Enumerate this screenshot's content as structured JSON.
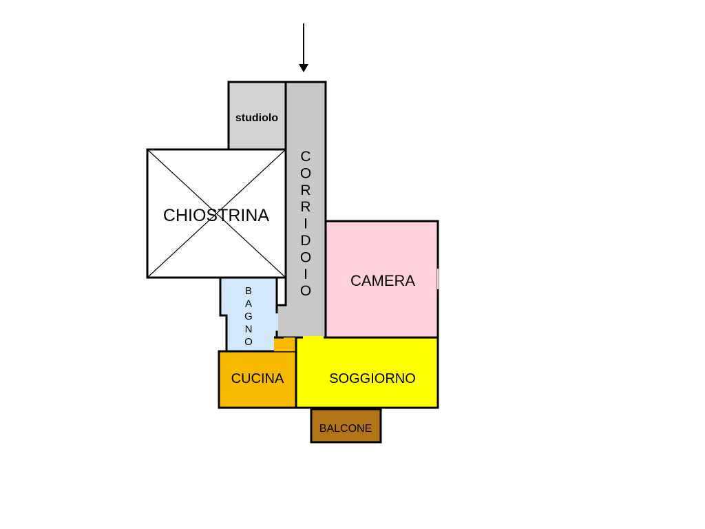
{
  "rooms": {
    "studiolo": {
      "label": "studiolo",
      "color": "#D3D3D3"
    },
    "corridoio": {
      "letters": [
        "C",
        "O",
        "R",
        "R",
        "I",
        "D",
        "O",
        "I",
        "O"
      ],
      "color": "#C8C8C8"
    },
    "chiostrina": {
      "label": "CHIOSTRINA",
      "color": "#FFFFFF"
    },
    "camera": {
      "label": "CAMERA",
      "color": "#FFD1DC"
    },
    "bagno": {
      "letters": [
        "B",
        "A",
        "G",
        "N",
        "O"
      ],
      "color": "#D2E8FA"
    },
    "cucina": {
      "label": "CUCINA",
      "color": "#F8BA00"
    },
    "soggiorno": {
      "label": "SOGGIORNO",
      "color": "#FFFF00"
    },
    "balcone": {
      "label": "BALCONE",
      "color": "#B27518"
    }
  },
  "entrance": {
    "icon": "arrow-down-icon"
  }
}
